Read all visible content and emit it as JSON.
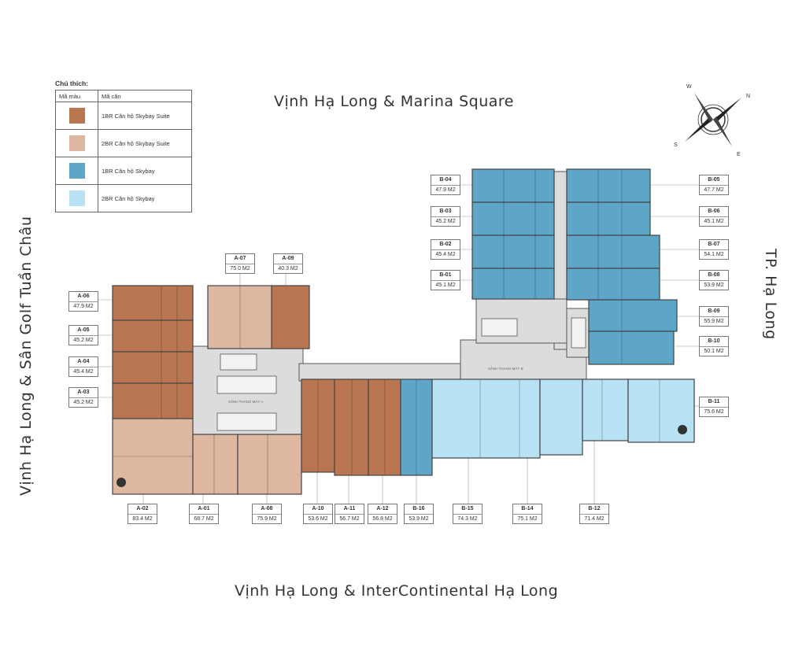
{
  "titles": {
    "top": "Vịnh Hạ Long & Marina Square",
    "bottom": "Vịnh Hạ Long & InterContinental Hạ Long",
    "left": "Vịnh Hạ Long & Sân Golf Tuần Châu",
    "right": "TP. Hạ Long"
  },
  "legend": {
    "title": "Chú thích:",
    "col_color": "Mã màu",
    "col_code": "Mã căn",
    "items": [
      {
        "label": "1BR Căn hộ Skybay Suite",
        "color": "#b97651"
      },
      {
        "label": "2BR Căn hộ Skybay Suite",
        "color": "#ddb7a0"
      },
      {
        "label": "1BR Căn hộ Skybay",
        "color": "#5ea6c8"
      },
      {
        "label": "2BR Căn hộ Skybay",
        "color": "#b8e2f4"
      }
    ]
  },
  "compass": {
    "n": "N",
    "e": "E",
    "s": "S",
    "w": "W"
  },
  "lobbies": {
    "a": "SẢNH THANG MÁY A",
    "b": "SẢNH THANG MÁY B"
  },
  "units": [
    {
      "code": "A-07",
      "area": "75.0 M2"
    },
    {
      "code": "A-09",
      "area": "40.3 M2"
    },
    {
      "code": "A-06",
      "area": "47.9 M2"
    },
    {
      "code": "A-05",
      "area": "45.2 M2"
    },
    {
      "code": "A-04",
      "area": "45.4 M2"
    },
    {
      "code": "A-03",
      "area": "45.2 M2"
    },
    {
      "code": "A-02",
      "area": "83.4 M2"
    },
    {
      "code": "A-01",
      "area": "68.7 M2"
    },
    {
      "code": "A-08",
      "area": "75.9 M2"
    },
    {
      "code": "A-10",
      "area": "53.6 M2"
    },
    {
      "code": "A-11",
      "area": "56.7 M2"
    },
    {
      "code": "A-12",
      "area": "56.8 M2"
    },
    {
      "code": "B-16",
      "area": "53.9 M2"
    },
    {
      "code": "B-15",
      "area": "74.3 M2"
    },
    {
      "code": "B-14",
      "area": "75.1 M2"
    },
    {
      "code": "B-12",
      "area": "71.4 M2"
    },
    {
      "code": "B-04",
      "area": "47.9 M2"
    },
    {
      "code": "B-03",
      "area": "45.2 M2"
    },
    {
      "code": "B-02",
      "area": "45.4 M2"
    },
    {
      "code": "B-01",
      "area": "45.1 M2"
    },
    {
      "code": "B-05",
      "area": "47.7 M2"
    },
    {
      "code": "B-06",
      "area": "45.1 M2"
    },
    {
      "code": "B-07",
      "area": "54.1 M2"
    },
    {
      "code": "B-08",
      "area": "53.9 M2"
    },
    {
      "code": "B-09",
      "area": "55.9 M2"
    },
    {
      "code": "B-10",
      "area": "50.1 M2"
    },
    {
      "code": "B-11",
      "area": "75.6 M2"
    }
  ]
}
